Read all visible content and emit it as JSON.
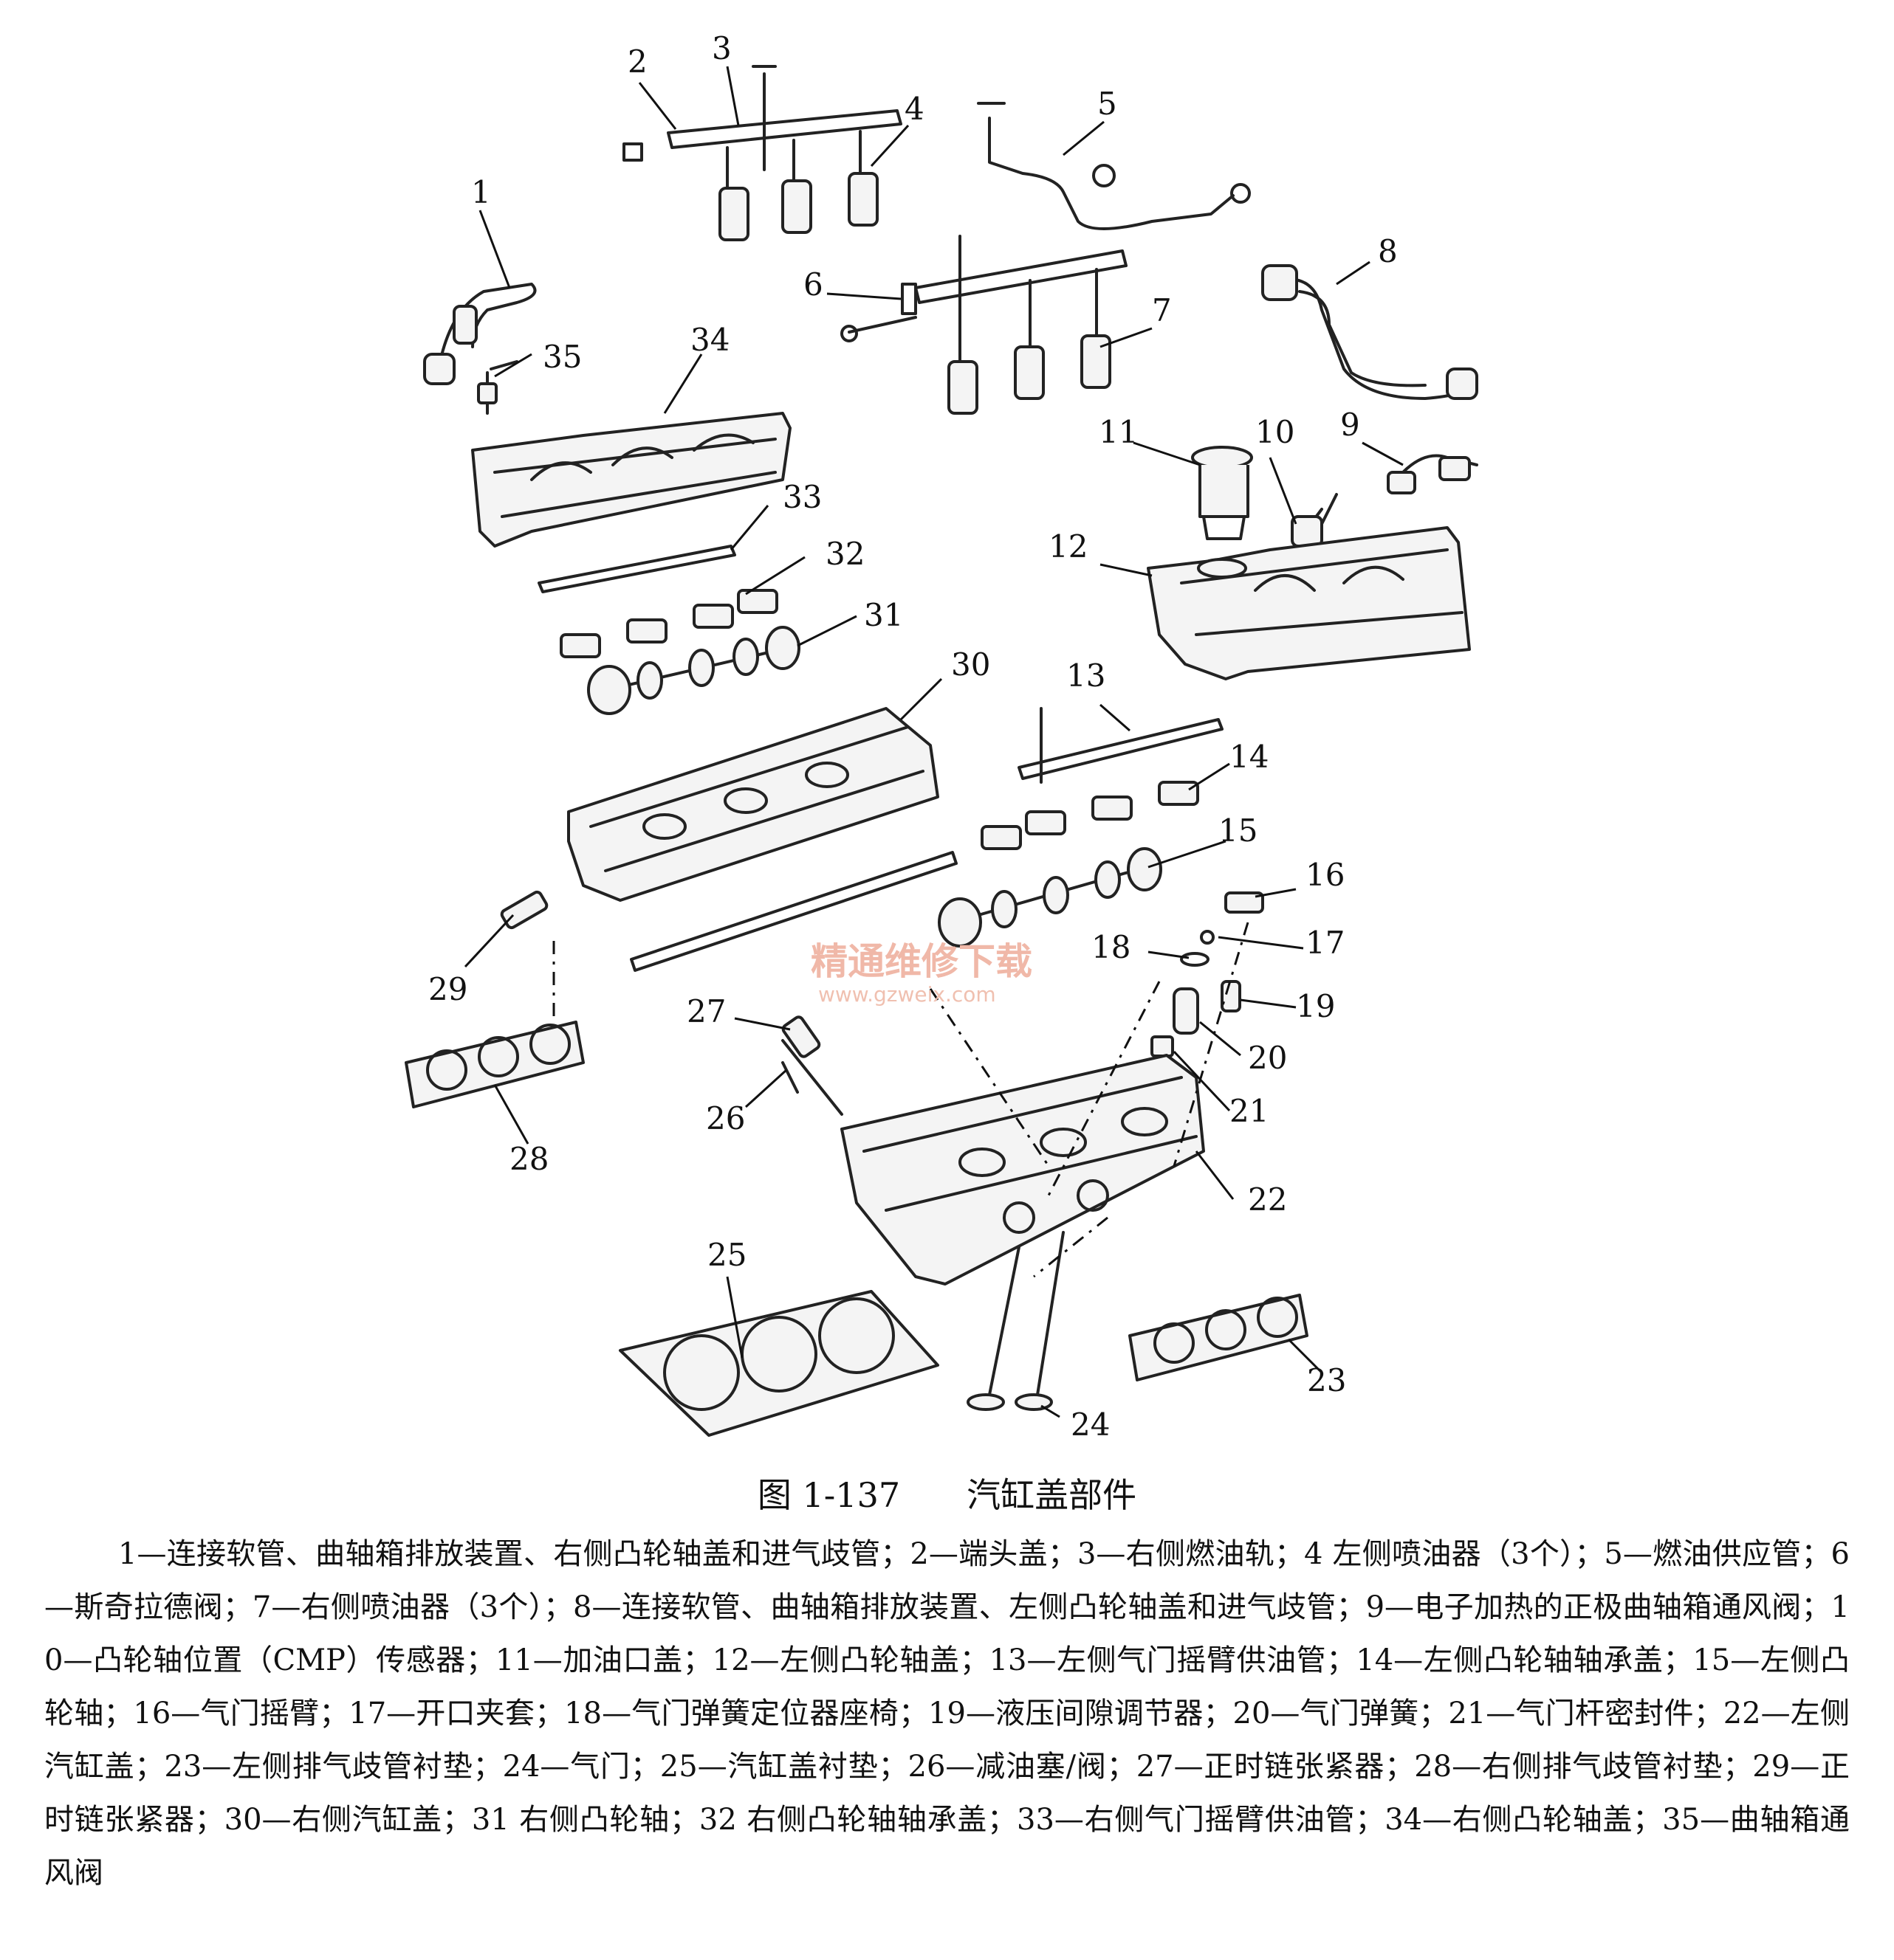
{
  "figure": {
    "callouts": [
      "1",
      "2",
      "3",
      "4",
      "5",
      "6",
      "7",
      "8",
      "9",
      "10",
      "11",
      "12",
      "13",
      "14",
      "15",
      "16",
      "17",
      "18",
      "19",
      "20",
      "21",
      "22",
      "23",
      "24",
      "25",
      "26",
      "27",
      "28",
      "29",
      "30",
      "31",
      "32",
      "33",
      "34",
      "35"
    ],
    "watermark": {
      "line1": "精通维修下载",
      "line2": "www.gzweix.com"
    }
  },
  "caption": {
    "number": "图 1-137",
    "title": "汽缸盖部件"
  },
  "legend": {
    "text": "1—连接软管、曲轴箱排放装置、右侧凸轮轴盖和进气歧管；2—端头盖；3—右侧燃油轨；4 左侧喷油器（3个）；5—燃油供应管；6—斯奇拉德阀；7—右侧喷油器（3个）；8—连接软管、曲轴箱排放装置、左侧凸轮轴盖和进气歧管；9—电子加热的正极曲轴箱通风阀；10—凸轮轴位置（CMP）传感器；11—加油口盖；12—左侧凸轮轴盖；13—左侧气门摇臂供油管；14—左侧凸轮轴轴承盖；15—左侧凸轮轴；16—气门摇臂；17—开口夹套；18—气门弹簧定位器座椅；19—液压间隙调节器；20—气门弹簧；21—气门杆密封件；22—左侧汽缸盖；23—左侧排气歧管衬垫；24—气门；25—汽缸盖衬垫；26—减油塞/阀；27—正时链张紧器；28—右侧排气歧管衬垫；29—正时链张紧器；30—右侧汽缸盖；31 右侧凸轮轴；32 右侧凸轮轴轴承盖；33—右侧气门摇臂供油管；34—右侧凸轮轴盖；35—曲轴箱通风阀"
  }
}
